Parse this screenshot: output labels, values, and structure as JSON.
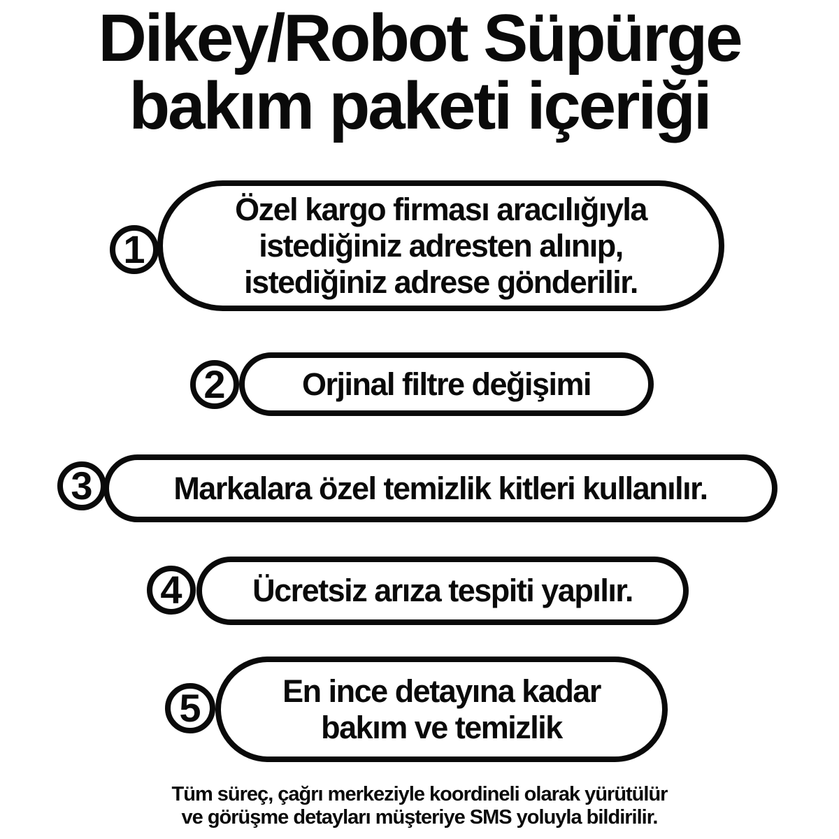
{
  "page": {
    "background_color": "#ffffff",
    "ink_color": "#0a0a0a"
  },
  "title": {
    "lines": [
      "Dikey/Robot Süpürge",
      "bakım paketi içeriği"
    ]
  },
  "items": [
    {
      "number": "1",
      "lines": [
        "Özel kargo firması aracılığıyla",
        "istediğiniz adresten alınıp,",
        "istediğiniz adrese gönderilir."
      ]
    },
    {
      "number": "2",
      "lines": [
        "Orjinal filtre değişimi"
      ]
    },
    {
      "number": "3",
      "lines": [
        "Markalara özel temizlik kitleri kullanılır."
      ]
    },
    {
      "number": "4",
      "lines": [
        "Ücretsiz arıza tespiti yapılır."
      ]
    },
    {
      "number": "5",
      "lines": [
        "En ince detayına kadar",
        "bakım ve temizlik"
      ]
    }
  ],
  "footer": {
    "lines": [
      "Tüm süreç, çağrı merkeziyle koordineli olarak yürütülür",
      "ve görüşme detayları müşteriye SMS yoluyla bildirilir."
    ]
  }
}
